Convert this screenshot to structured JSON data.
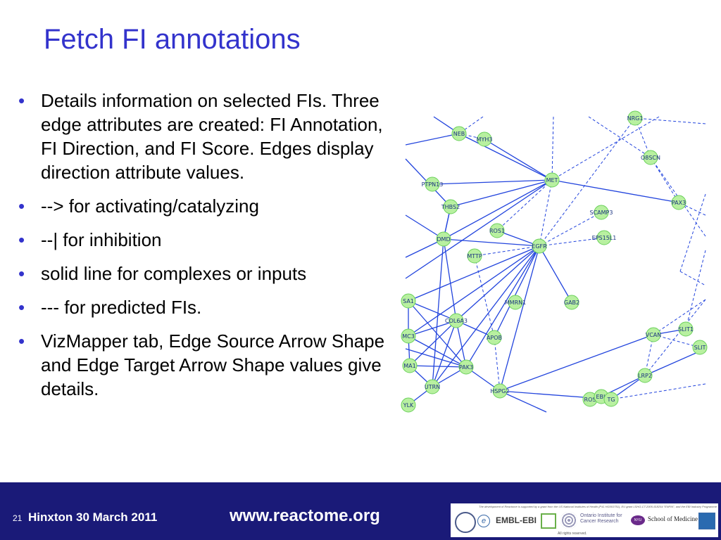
{
  "title": "Fetch FI annotations",
  "bullets": [
    "Details information on selected FIs. Three edge attributes are created: FI Annotation, FI Direction, and FI Score. Edges display direction attribute values.",
    "--> for activating/catalyzing",
    "--| for inhibition",
    " solid line for complexes or inputs",
    "--- for predicted FIs.",
    "VizMapper tab, Edge Source Arrow Shape and Edge Target Arrow Shape values give details."
  ],
  "network": {
    "node_color": "#b8f0a0",
    "edge_color": "#2244dd",
    "nodes": [
      "NRG1",
      "NEB",
      "MYH3",
      "O8SCN",
      "PTPN13",
      "MET",
      "THBS2",
      "PAX3",
      "SCAMP3",
      "ROS1",
      "DMD",
      "EPS15L1",
      "EGFR",
      "MTTP",
      "SA1",
      "MMRN1",
      "GAB2",
      "COL6A3",
      "MC3",
      "APOB",
      "SLIT1",
      "VCAN",
      "SLIT",
      "MA1",
      "PAK3",
      "UTRN",
      "HSPG2",
      "LRP2",
      "YLK",
      "ROS",
      "EBL",
      "TG"
    ]
  },
  "footer": {
    "slide_number": "21",
    "event": "Hinxton 30 March 2011",
    "url": "www.reactome.org",
    "background": "#1a1a78",
    "funding_note": "The development of Reactome is supported by a grant from the US National Institutes of Health (P41 HG003751), EU grant LSHG-CT-2005-518254 \"ENFIN\", and the EBI Industry Programme.",
    "logos": {
      "embl": "EMBL-EBI",
      "oicr": "Ontario Institute for Cancer Research",
      "nyu_mark": "NYU",
      "nyu": "School of Medicine"
    },
    "rights": "All rights reserved."
  }
}
